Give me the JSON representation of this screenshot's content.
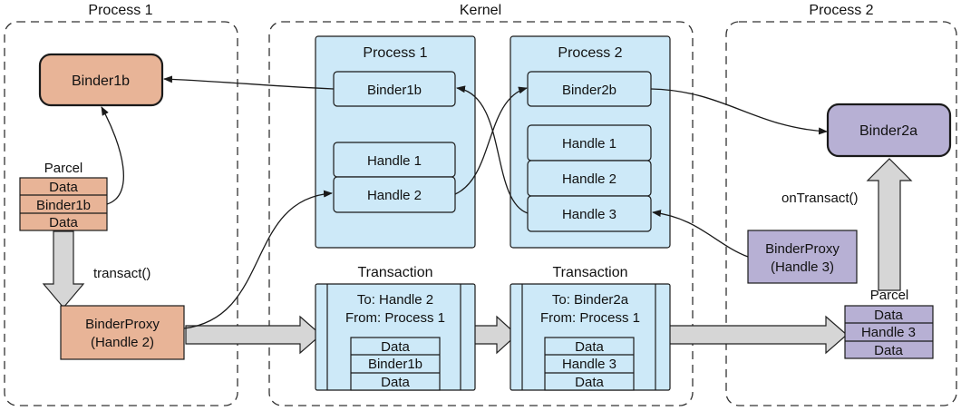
{
  "regions": {
    "process1": "Process 1",
    "kernel": "Kernel",
    "process2": "Process 2"
  },
  "process1": {
    "binder_object": "Binder1b",
    "parcel": {
      "title": "Parcel",
      "rows": [
        "Data",
        "Binder1b",
        "Data"
      ]
    },
    "transact_label": "transact()",
    "binder_proxy": [
      "BinderProxy",
      "(Handle 2)"
    ]
  },
  "kernel": {
    "process1_table": {
      "title": "Process 1",
      "binder_entry": "Binder1b",
      "handles": [
        "Handle 1",
        "Handle 2"
      ]
    },
    "process2_table": {
      "title": "Process 2",
      "binder_entry": "Binder2b",
      "handles": [
        "Handle 1",
        "Handle 2",
        "Handle 3"
      ]
    },
    "transaction1": {
      "title": "Transaction",
      "to": "To: Handle 2",
      "from": "From: Process 1",
      "rows": [
        "Data",
        "Binder1b",
        "Data"
      ]
    },
    "transaction2": {
      "title": "Transaction",
      "to": "To: Binder2a",
      "from": "From: Process 1",
      "rows": [
        "Data",
        "Handle 3",
        "Data"
      ]
    }
  },
  "process2": {
    "binder_object": "Binder2a",
    "on_transact_label": "onTransact()",
    "binder_proxy": [
      "BinderProxy",
      "(Handle 3)"
    ],
    "parcel": {
      "title": "Parcel",
      "rows": [
        "Data",
        "Handle 3",
        "Data"
      ]
    }
  },
  "colors": {
    "process1_fill": "#e8b497",
    "process2_fill": "#b7b0d4",
    "kernel_fill": "#cde9f8",
    "arrow_fill": "#d6d6d6"
  }
}
